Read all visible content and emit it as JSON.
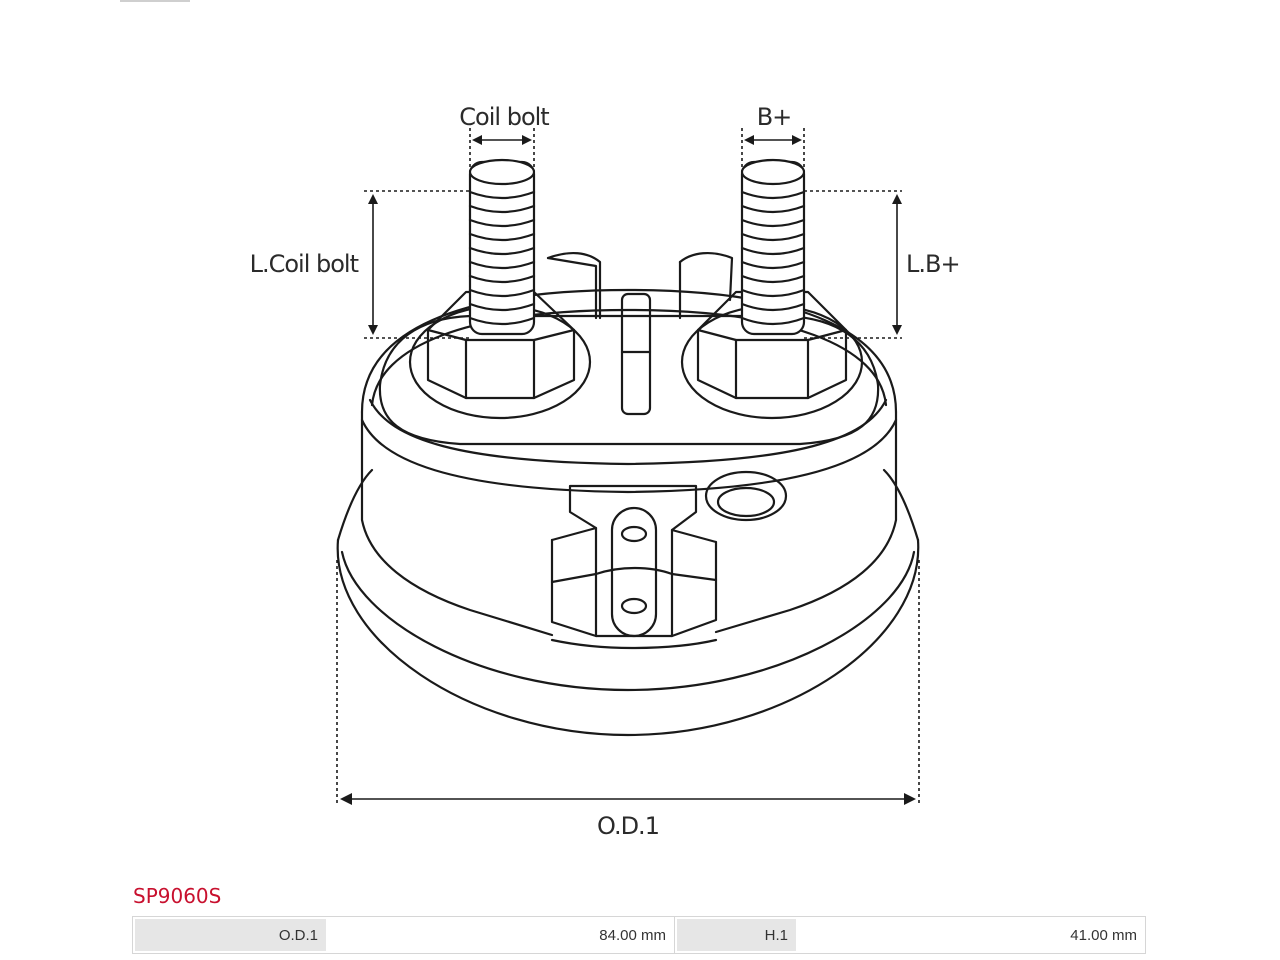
{
  "diagram": {
    "labels": {
      "coil_bolt": "Coil bolt",
      "b_plus": "B+",
      "l_coil_bolt": "L.Coil bolt",
      "l_b_plus": "L.B+",
      "od1": "O.D.1"
    }
  },
  "product": {
    "code": "SP9060S",
    "specs": [
      {
        "label": "O.D.1",
        "value": "84.00 mm"
      },
      {
        "label": "H.1",
        "value": "41.00 mm"
      }
    ]
  },
  "colors": {
    "product_code": "#c8102e",
    "line": "#1a1a1a",
    "label_cell": "#e6e6e6"
  }
}
